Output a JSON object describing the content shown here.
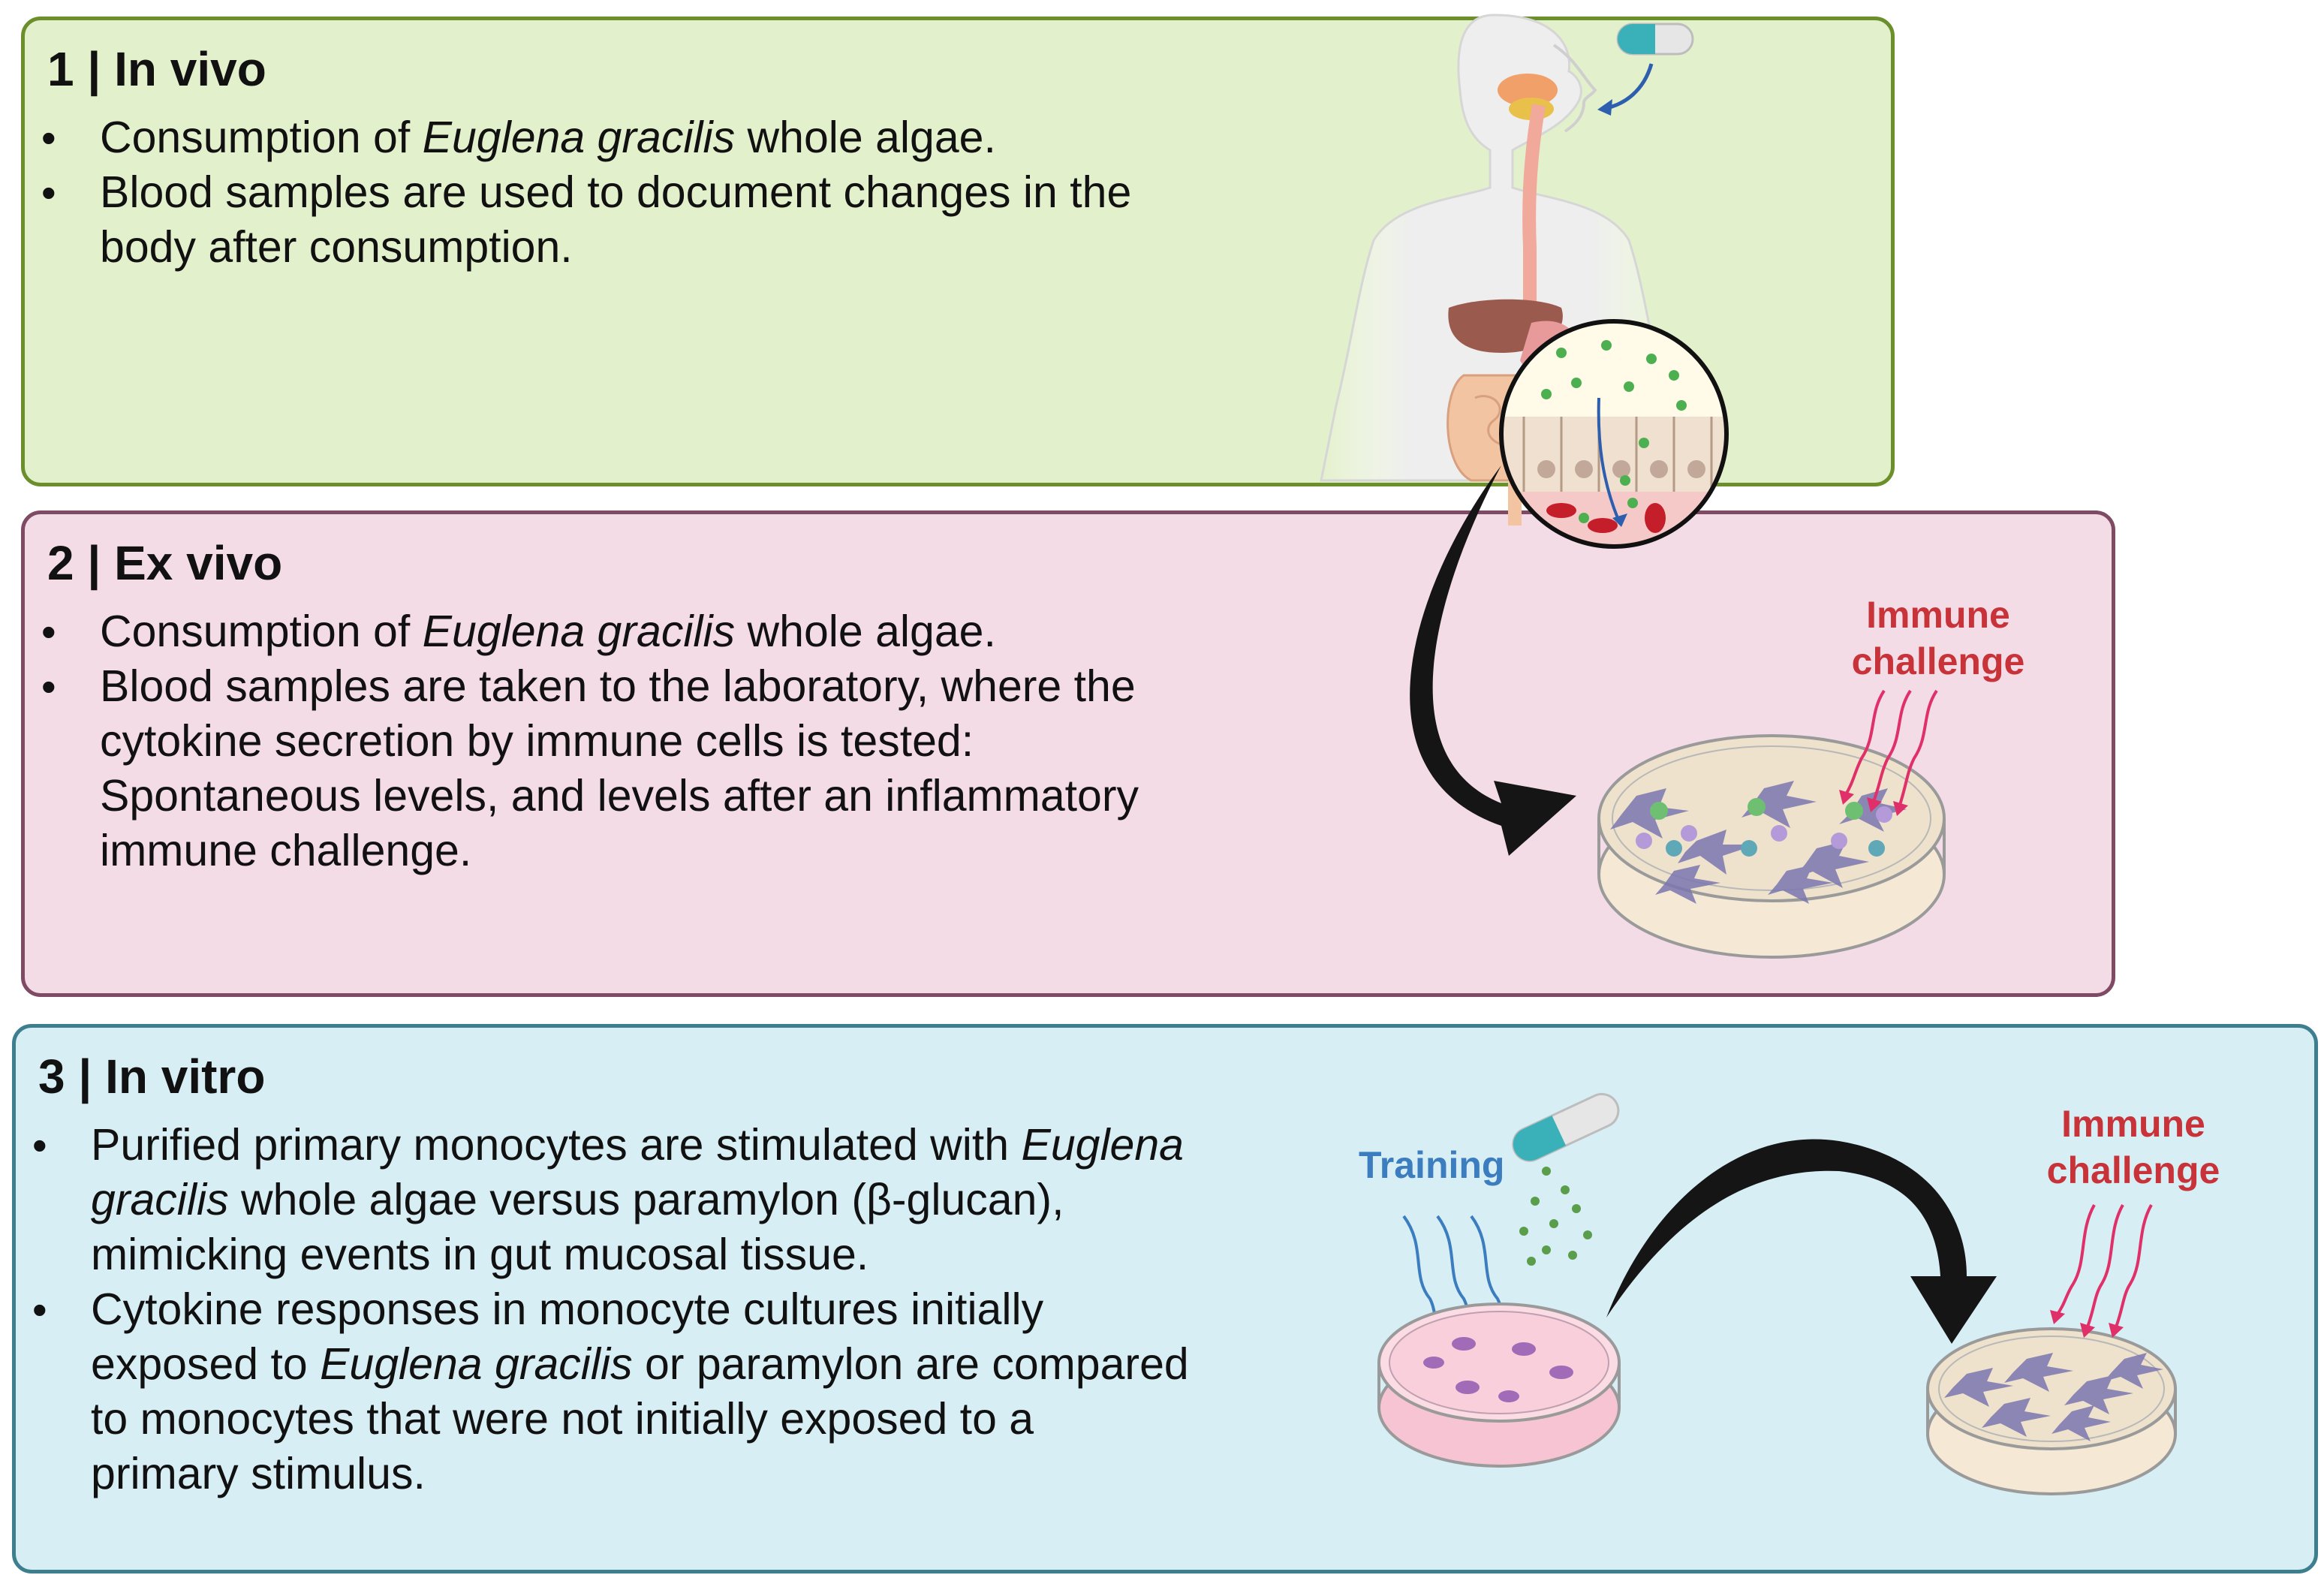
{
  "panels": {
    "in_vivo": {
      "title": "1 | In vivo",
      "bullets": [
        {
          "lines": [
            [
              "Consumption of ",
              "Euglena gracilis",
              " whole algae."
            ]
          ]
        },
        {
          "lines": [
            [
              "Blood samples are used to document changes in the",
              "",
              ""
            ],
            [
              "body after consumption.",
              "",
              ""
            ]
          ]
        }
      ]
    },
    "ex_vivo": {
      "title": "2 | Ex vivo",
      "bullets": [
        {
          "lines": [
            [
              "Consumption of ",
              "Euglena gracilis",
              " whole algae."
            ]
          ]
        },
        {
          "lines": [
            [
              "Blood samples are taken to the laboratory, where the",
              "",
              ""
            ],
            [
              "cytokine secretion by immune cells is tested:",
              "",
              ""
            ],
            [
              "Spontaneous levels, and levels after an inflammatory",
              "",
              ""
            ],
            [
              "immune challenge.",
              "",
              ""
            ]
          ]
        }
      ],
      "label_immune_challenge": [
        "Immune",
        "challenge"
      ]
    },
    "in_vitro": {
      "title": "3 | In vitro",
      "bullets": [
        {
          "lines": [
            [
              "Purified primary monocytes are stimulated with ",
              "Euglena",
              ""
            ],
            [
              "",
              "gracilis",
              " whole algae versus paramylon (β-glucan),"
            ],
            [
              "mimicking events in gut mucosal tissue.",
              "",
              ""
            ]
          ]
        },
        {
          "lines": [
            [
              "Cytokine responses in monocyte cultures initially",
              "",
              ""
            ],
            [
              "exposed to ",
              "Euglena gracilis",
              " or paramylon are compared"
            ],
            [
              "to monocytes that were not initially exposed to a",
              "",
              ""
            ],
            [
              "primary stimulus.",
              "",
              ""
            ]
          ]
        }
      ],
      "label_training": "Training",
      "label_immune_challenge": [
        "Immune",
        "challenge"
      ]
    }
  },
  "colors": {
    "in_vivo_bg": "#e3f0cc",
    "in_vivo_border": "#6b8f2b",
    "ex_vivo_bg": "#f4dce6",
    "ex_vivo_border": "#7f4a63",
    "in_vitro_bg": "#d7eef4",
    "in_vitro_border": "#3e7f8f",
    "challenge_text": "#c8333a",
    "training_text": "#3b7dbf"
  },
  "icons": [
    "human-body-icon",
    "capsule-icon",
    "intestinal-epithelium-zoom-icon",
    "curved-arrow-icon",
    "petri-dish-icon",
    "wavy-stimulus-arrows-icon"
  ]
}
